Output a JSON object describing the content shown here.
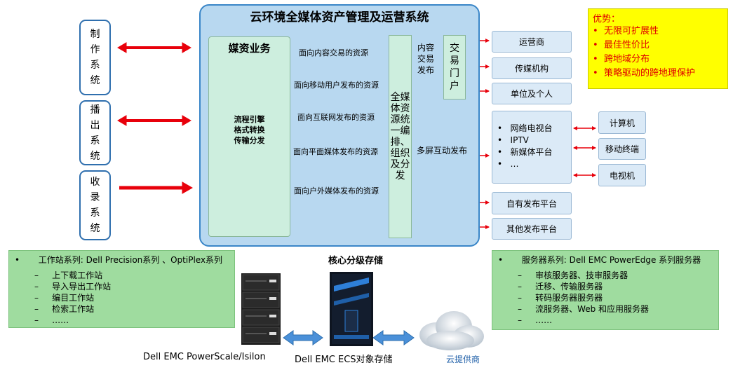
{
  "title": "云环境全媒体资产管理及运营系统",
  "left_systems": [
    "制作系统",
    "播出系统",
    "收录系统"
  ],
  "media": {
    "title": "媒资业务",
    "body": [
      "流程引擎",
      "格式转换",
      "传输分发"
    ]
  },
  "resources": [
    "面向内容交易的资源",
    "面向移动用户发布的资源",
    "面向互联网发布的资源",
    "面向平面媒体发布的资源",
    "面向户外媒体发布的资源"
  ],
  "central": "全媒体资源统一编排、组织及分发",
  "trade_label": "内容交易发布",
  "portal": "交易门户",
  "multi_label": "多屏互动发布",
  "right_boxes": [
    "运营商",
    "传媒机构",
    "单位及个人"
  ],
  "multi_screen": [
    "网络电视台",
    "IPTV",
    "新媒体平台",
    "…"
  ],
  "devices": [
    "计算机",
    "移动终端",
    "电视机"
  ],
  "platforms": [
    "自有发布平台",
    "其他发布平台"
  ],
  "advantages": {
    "title": "优势：",
    "items": [
      "无限可扩展性",
      "最佳性价比",
      "跨地域分布",
      "策略驱动的跨地理保护"
    ]
  },
  "workstations": {
    "title": "工作站系列: Dell Precision系列 、OptiPlex系列",
    "items": [
      "上下载工作站",
      "导入导出工作站",
      "编目工作站",
      "检索工作站",
      "……"
    ]
  },
  "servers": {
    "title": "服务器系列: Dell EMC PowerEdge 系列服务器",
    "items": [
      "审核服务器、技审服务器",
      "迁移、传输服务器",
      "转码服务器服务器",
      "流服务器、Web 和应用服务器",
      "……"
    ]
  },
  "storage": {
    "title": "核心分级存储",
    "isilon": "Dell EMC PowerScale/Isilon",
    "ecs": "Dell EMC ECS对象存储",
    "cloud": "云提供商"
  },
  "colors": {
    "arrow": "#e8000b",
    "main_bg": "#b8d8f0",
    "green_bg": "#9fdc9f",
    "highlight": "#ffff00",
    "storage_arrow": "#4a90d9"
  },
  "icons": [
    "storage-array-icon",
    "ecs-rack-icon",
    "cloud-icon"
  ]
}
